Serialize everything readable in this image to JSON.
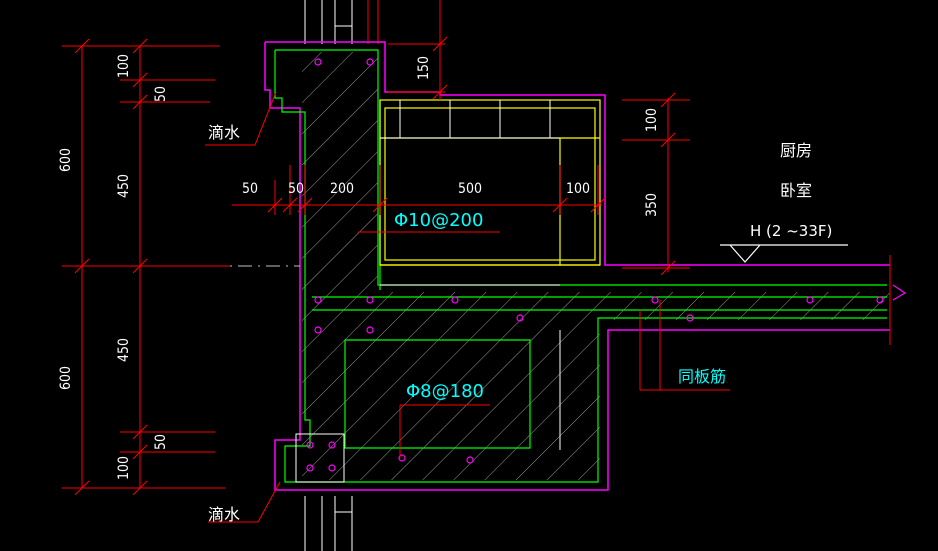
{
  "dims": {
    "left_total_top": "600",
    "left_total_bottom": "600",
    "left_top_100": "100",
    "left_top_50": "50",
    "left_top_450": "450",
    "left_bot_450": "450",
    "left_bot_50": "50",
    "left_bot_100": "100",
    "top_150": "150",
    "horiz_50a": "50",
    "horiz_50b": "50",
    "horiz_200": "200",
    "horiz_500": "500",
    "horiz_100": "100",
    "right_100": "100",
    "right_350": "350"
  },
  "labels": {
    "drip_top": "滴水",
    "drip_bottom": "滴水",
    "room_kitchen": "厨房",
    "room_bedroom": "卧室",
    "elevation": "H (2 ~33F)",
    "same_slab": "同板筋",
    "rebar_upper": "Φ10@200",
    "rebar_lower": "Φ8@180"
  },
  "colors": {
    "background": "#000000",
    "dimension": "#ff0000",
    "outline": "#ff00ff",
    "inner_line": "#00ff00",
    "window": "#ffff00",
    "rebar_text": "#00ffff",
    "text": "#ffffff"
  }
}
